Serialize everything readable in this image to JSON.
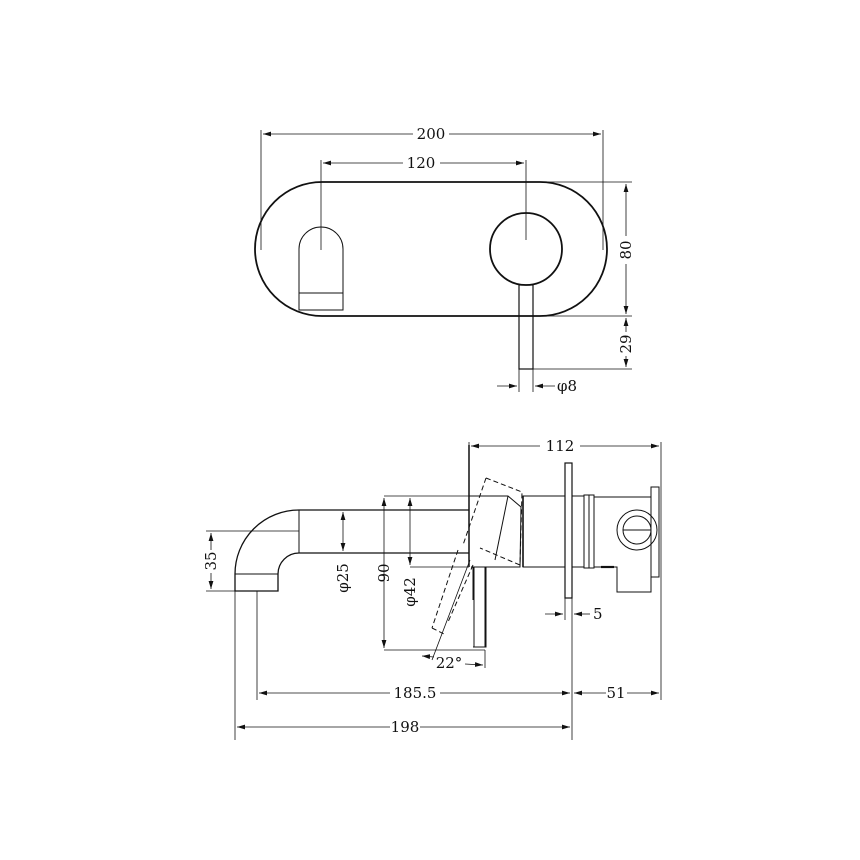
{
  "drawing": {
    "title": "Wall mixer with spout - technical dimension drawing",
    "stroke_color": "#111111",
    "background": "#ffffff",
    "front_view": {
      "dimensions": {
        "overall_width": "200",
        "spout_to_handle_centers": "120",
        "plate_height": "80",
        "lever_length": "29",
        "lever_diameter": "φ8"
      }
    },
    "side_view": {
      "dimensions": {
        "body_depth": "112",
        "spout_drop": "35",
        "spout_diameter": "φ25",
        "plate_height": "90",
        "handle_diameter": "φ42",
        "lever_angle": "22°",
        "plate_thickness": "5",
        "spout_reach_to_plate": "185.5",
        "valve_depth_behind_plate": "51",
        "overall_spout_length": "198"
      }
    }
  }
}
